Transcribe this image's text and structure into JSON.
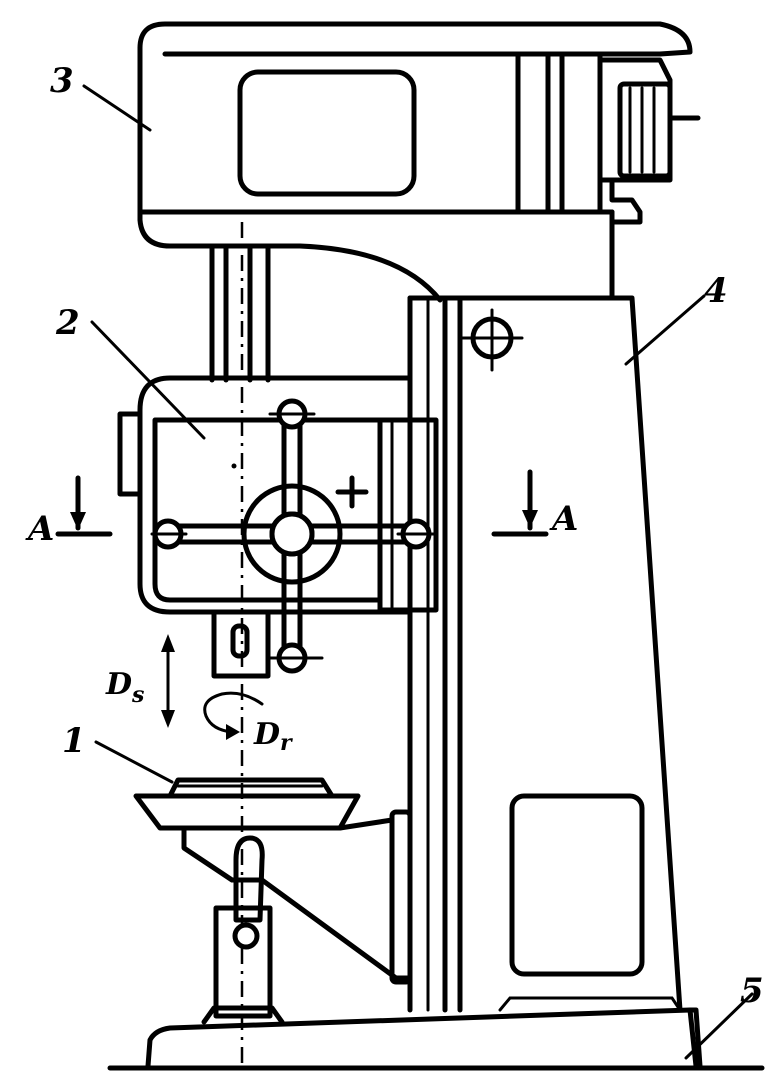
{
  "labels": {
    "table": "1",
    "spindle_head": "2",
    "gearbox": "3",
    "column": "4",
    "base": "5"
  },
  "section": {
    "left": "A",
    "right": "A"
  },
  "motions": {
    "feed_main": "D",
    "feed_sub": "s",
    "rotation_main": "D",
    "rotation_sub": "r"
  }
}
